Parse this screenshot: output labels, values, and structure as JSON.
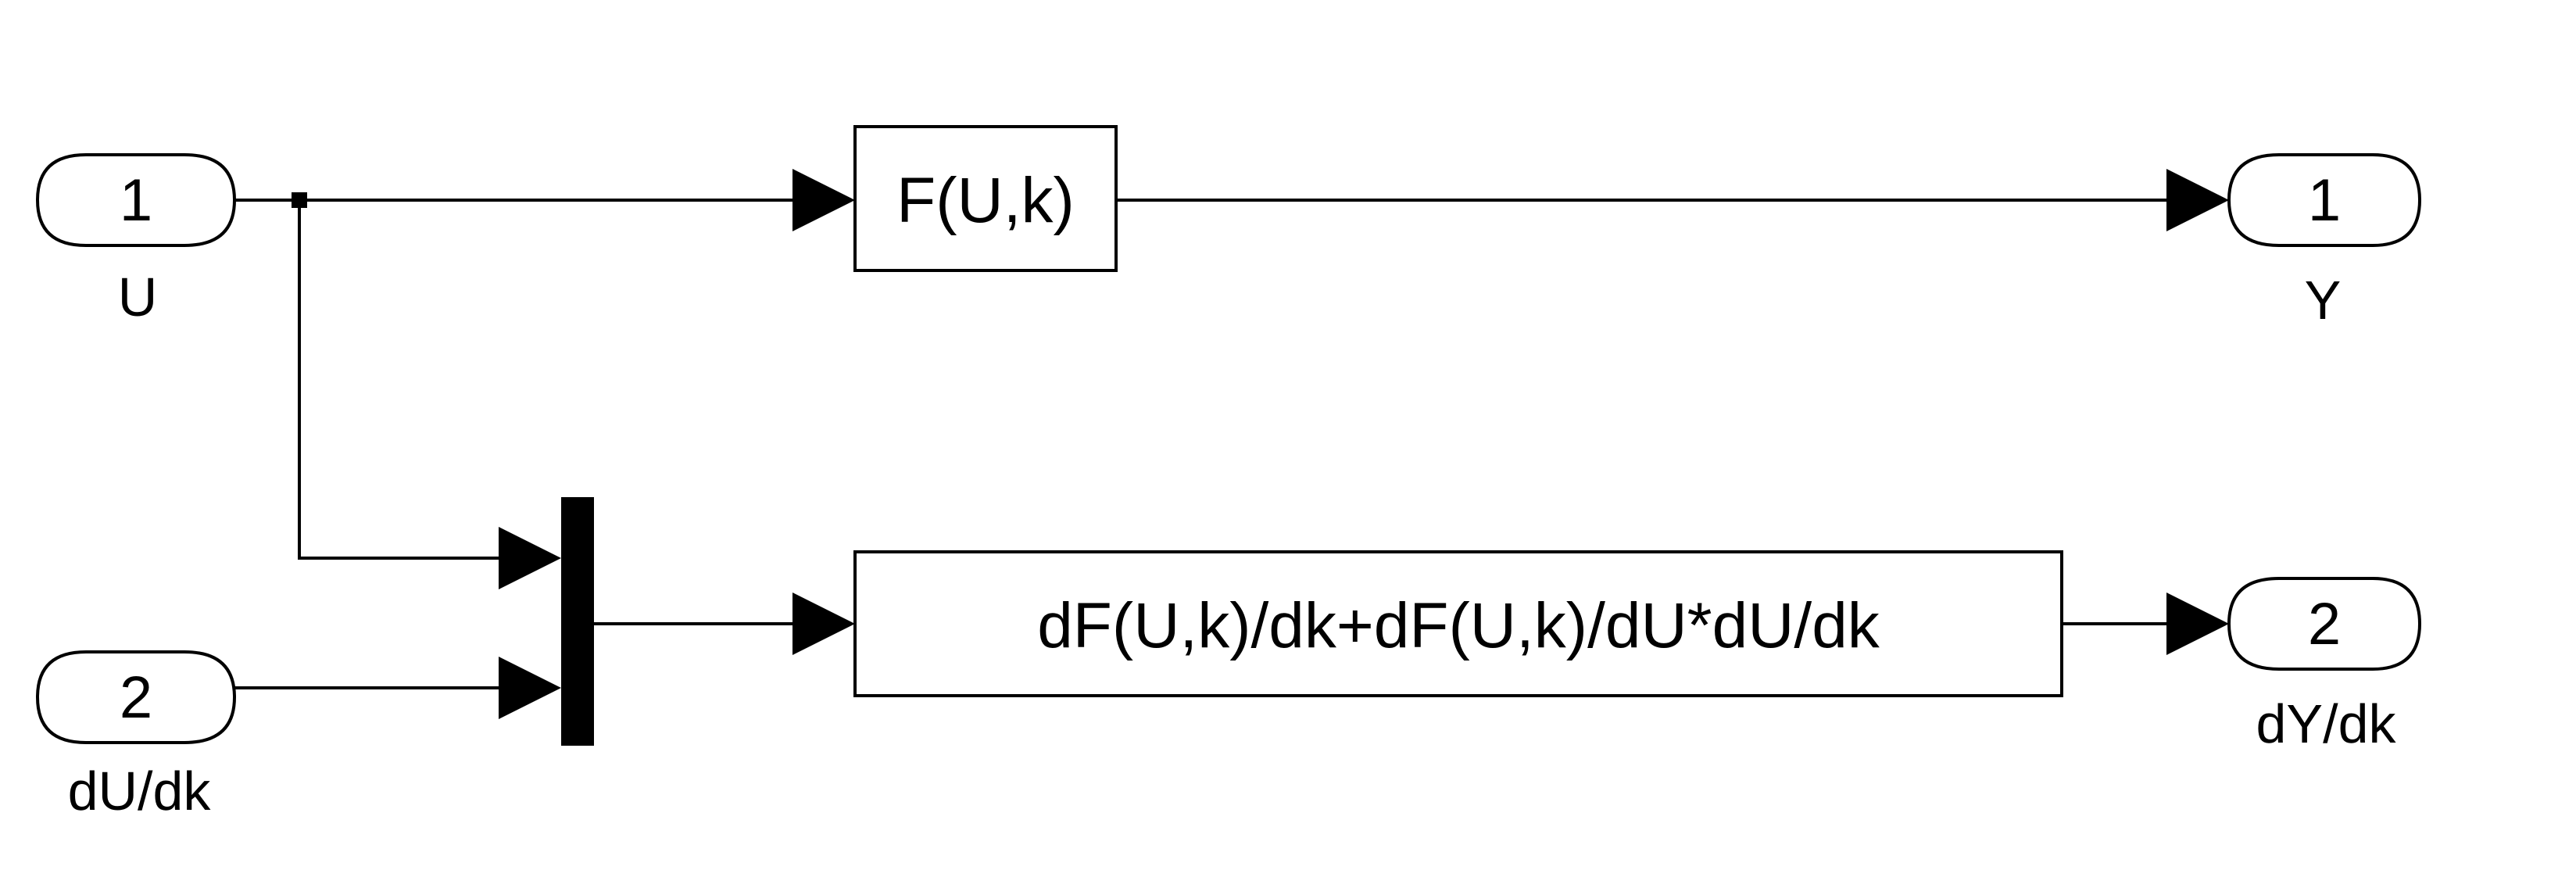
{
  "inports": [
    {
      "number": "1",
      "label": "U"
    },
    {
      "number": "2",
      "label": "dU/dk"
    }
  ],
  "outports": [
    {
      "number": "1",
      "label": "Y"
    },
    {
      "number": "2",
      "label": "dY/dk"
    }
  ],
  "blocks": {
    "function": "F(U,k)",
    "derivative": "dF(U,k)/dk+dF(U,k)/dU*dU/dk"
  }
}
